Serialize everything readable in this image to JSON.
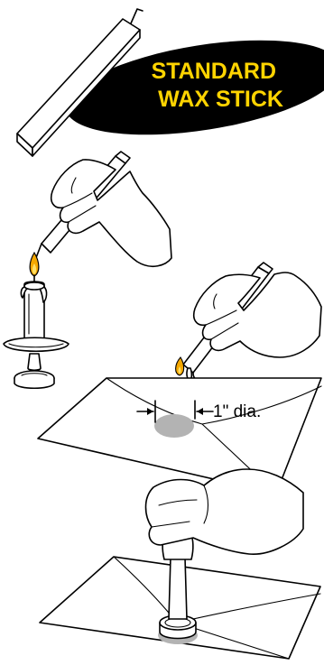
{
  "banner": {
    "line1": "STANDARD",
    "line2": "WAX STICK"
  },
  "dimension_label": "1\" dia.",
  "colors": {
    "banner_background": "#000000",
    "banner_text": "#ffd400",
    "flame_outer": "#f5a800",
    "flame_inner": "#ffe066",
    "wax_puddle": "#b3b3b3",
    "line": "#000000",
    "paper": "#ffffff"
  },
  "icons": [
    "wax-stick",
    "hand",
    "candle",
    "flame",
    "envelope",
    "wax-seal-stamp"
  ]
}
